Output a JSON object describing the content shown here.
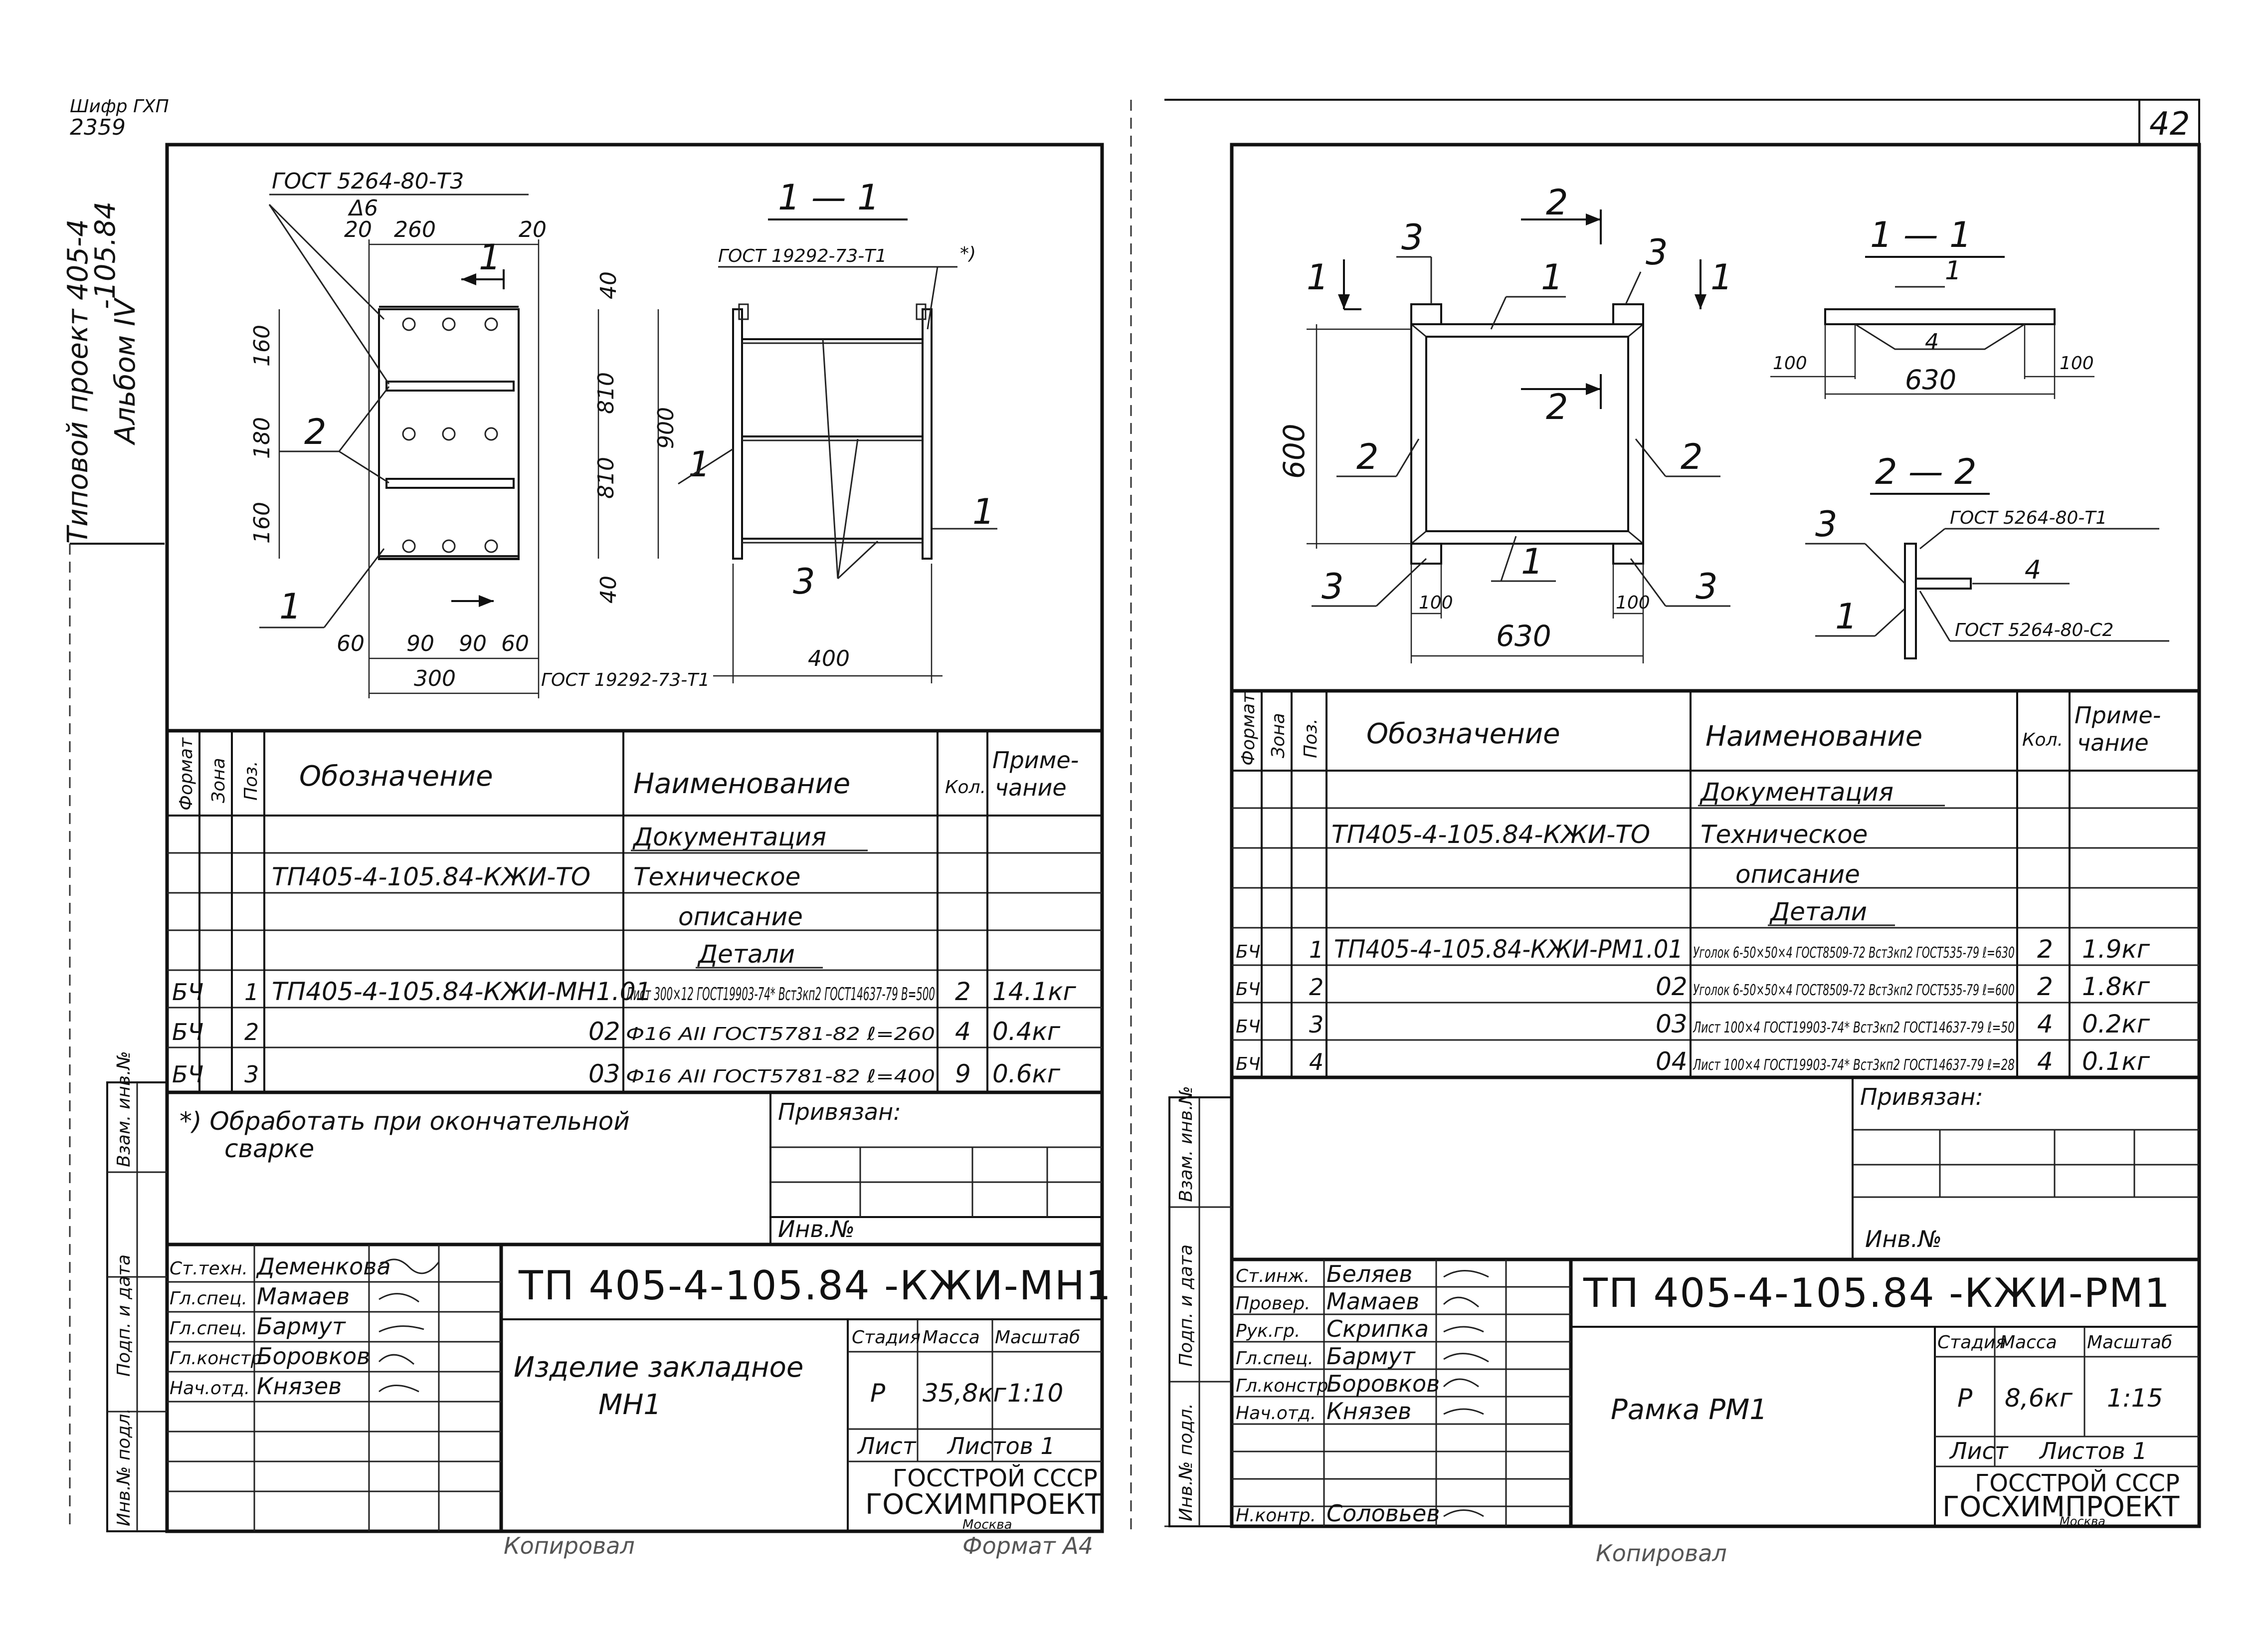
{
  "sheet_meta": {
    "archive_cipher": "Шифр ГХП",
    "archive_no": "2359",
    "project_vertical_1": "Типовой проект 405-4",
    "project_vertical_2": "-105.84",
    "album_vertical": "Альбом IV",
    "sheet_number": "42"
  },
  "left": {
    "note_gost_top": "ГОСТ 5264-80-Т3",
    "note_delta": "Δ6",
    "section_label": "1 — 1",
    "note_gost_right": "ГОСТ 19292-73-Т1",
    "note_star": "*)",
    "note_gost_bottom": "ГОСТ 19292-73-Т1",
    "dims": {
      "top": [
        "20",
        "260",
        "20"
      ],
      "bottom": [
        "60",
        "90",
        "90",
        "60"
      ],
      "total_width": "300",
      "left": [
        "160",
        "180",
        "160"
      ],
      "right": [
        "40",
        "810",
        "810",
        "40"
      ],
      "total_height": "900",
      "frame_width": "400"
    },
    "callouts": {
      "c1": "1",
      "c2": "2",
      "c3": "3",
      "cut": "1"
    },
    "table": {
      "headers": [
        "Формат",
        "Зона",
        "Поз.",
        "Обозначение",
        "Наименование",
        "Кол.",
        "Приме-\nчание"
      ],
      "rows": [
        {
          "fmt": "",
          "zone": "",
          "pos": "",
          "code": "",
          "name": "Документация",
          "qty": "",
          "note": ""
        },
        {
          "fmt": "",
          "zone": "",
          "pos": "",
          "code": "ТП405-4-105.84-КЖИ-ТО",
          "name": "Техническое",
          "qty": "",
          "note": ""
        },
        {
          "fmt": "",
          "zone": "",
          "pos": "",
          "code": "",
          "name": "описание",
          "qty": "",
          "note": ""
        },
        {
          "fmt": "",
          "zone": "",
          "pos": "",
          "code": "",
          "name": "Детали",
          "qty": "",
          "note": ""
        },
        {
          "fmt": "БЧ",
          "zone": "",
          "pos": "1",
          "code": "ТП405-4-105.84-КЖИ-МН1.01",
          "name": "Лист 300×12 ГОСТ19903-74* Вст3кп2 ГОСТ14637-79 B=500",
          "qty": "2",
          "note": "14.1кг"
        },
        {
          "fmt": "БЧ",
          "zone": "",
          "pos": "2",
          "code": "02",
          "name": "Ф16 АII ГОСТ5781-82 ℓ=260",
          "qty": "4",
          "note": "0.4кг"
        },
        {
          "fmt": "БЧ",
          "zone": "",
          "pos": "3",
          "code": "03",
          "name": "Ф16 АII ГОСТ5781-82 ℓ=400",
          "qty": "9",
          "note": "0.6кг"
        }
      ]
    },
    "footnote": "*) Обработать при окончательной сварке",
    "privyazan": "Привязан:",
    "inv_no": "Инв.№",
    "side_labels": [
      "Взам. инв.№",
      "Подп. и дата",
      "Инв.№ подл."
    ],
    "stamp": {
      "doc_code": "ТП 405-4-105.84 -КЖИ-МН1",
      "title": "Изделие закладное МН1",
      "people": [
        {
          "role": "Ст.техн.",
          "name": "Деменкова"
        },
        {
          "role": "Гл.спец.",
          "name": "Мамаев"
        },
        {
          "role": "Гл.спец.",
          "name": "Бармут"
        },
        {
          "role": "Гл.констр.",
          "name": "Боровков"
        },
        {
          "role": "Нач.отд.",
          "name": "Князев"
        }
      ],
      "stage_label": "Стадия",
      "mass_label": "Масса",
      "scale_label": "Масштаб",
      "stage": "Р",
      "mass": "35,8кг",
      "scale": "1:10",
      "sheet_label": "Лист",
      "sheets_label": "Листов 1",
      "org1": "ГОССТРОЙ СССР",
      "org2": "ГОСХИМПРОЕКТ",
      "city": "Москва"
    },
    "under_caption": "Копировал",
    "format": "Формат А4"
  },
  "right": {
    "cut_labels": [
      "1",
      "1",
      "2",
      "2"
    ],
    "dims": {
      "height": "600",
      "width_bottom": "630",
      "sub_left": "100",
      "sub_right": "100",
      "sec_width": "630",
      "sec_left": "100",
      "sec_right": "100"
    },
    "callouts": [
      "1",
      "2",
      "2",
      "3",
      "3",
      "3",
      "3",
      "1",
      "4"
    ],
    "section_11": "1 — 1",
    "section_22": "2 — 2",
    "gost_22_top": "ГОСТ 5264-80-Т1",
    "gost_22_bottom": "ГОСТ 5264-80-С2",
    "table": {
      "headers": [
        "Формат",
        "Зона",
        "Поз.",
        "Обозначение",
        "Наименование",
        "Кол.",
        "Приме-\nчание"
      ],
      "rows": [
        {
          "fmt": "",
          "zone": "",
          "pos": "",
          "code": "",
          "name": "Документация",
          "qty": "",
          "note": ""
        },
        {
          "fmt": "",
          "zone": "",
          "pos": "",
          "code": "ТП405-4-105.84-КЖИ-ТО",
          "name": "Техническое",
          "qty": "",
          "note": ""
        },
        {
          "fmt": "",
          "zone": "",
          "pos": "",
          "code": "",
          "name": "описание",
          "qty": "",
          "note": ""
        },
        {
          "fmt": "",
          "zone": "",
          "pos": "",
          "code": "",
          "name": "Детали",
          "qty": "",
          "note": ""
        },
        {
          "fmt": "БЧ",
          "zone": "",
          "pos": "1",
          "code": "ТП405-4-105.84-КЖИ-РМ1.01",
          "name": "Уголок 6-50×50×4 ГОСТ8509-72 Вст3кп2 ГОСТ535-79 ℓ=630",
          "qty": "2",
          "note": "1.9кг"
        },
        {
          "fmt": "БЧ",
          "zone": "",
          "pos": "2",
          "code": "02",
          "name": "Уголок 6-50×50×4 ГОСТ8509-72 Вст3кп2 ГОСТ535-79 ℓ=600",
          "qty": "2",
          "note": "1.8кг"
        },
        {
          "fmt": "БЧ",
          "zone": "",
          "pos": "3",
          "code": "03",
          "name": "Лист 100×4 ГОСТ19903-74* Вст3кп2 ГОСТ14637-79 ℓ=50",
          "qty": "4",
          "note": "0.2кг"
        },
        {
          "fmt": "БЧ",
          "zone": "",
          "pos": "4",
          "code": "04",
          "name": "Лист 100×4 ГОСТ19903-74* Вст3кп2 ГОСТ14637-79 ℓ=28",
          "qty": "4",
          "note": "0.1кг"
        }
      ]
    },
    "privyazan": "Привязан:",
    "inv_no": "Инв.№",
    "side_labels": [
      "Взам. инв.№",
      "Подп. и дата",
      "Инв.№ подл."
    ],
    "stamp": {
      "doc_code": "ТП 405-4-105.84 -КЖИ-РМ1",
      "title": "Рамка РМ1",
      "people": [
        {
          "role": "Ст.инж.",
          "name": "Беляев"
        },
        {
          "role": "Провер.",
          "name": "Мамаев"
        },
        {
          "role": "Рук.гр.",
          "name": "Скрипка"
        },
        {
          "role": "Гл.спец.",
          "name": "Бармут"
        },
        {
          "role": "Гл.констр.",
          "name": "Боровков"
        },
        {
          "role": "Нач.отд.",
          "name": "Князев"
        },
        {
          "role": "Н.контр.",
          "name": "Соловьев"
        }
      ],
      "stage_label": "Стадия",
      "mass_label": "Масса",
      "scale_label": "Масштаб",
      "stage": "Р",
      "mass": "8,6кг",
      "scale": "1:15",
      "sheet_label": "Лист",
      "sheets_label": "Листов 1",
      "org1": "ГОССТРОЙ СССР",
      "org2": "ГОСХИМПРОЕКТ",
      "city": "Москва"
    },
    "under_caption": "Копировал"
  }
}
